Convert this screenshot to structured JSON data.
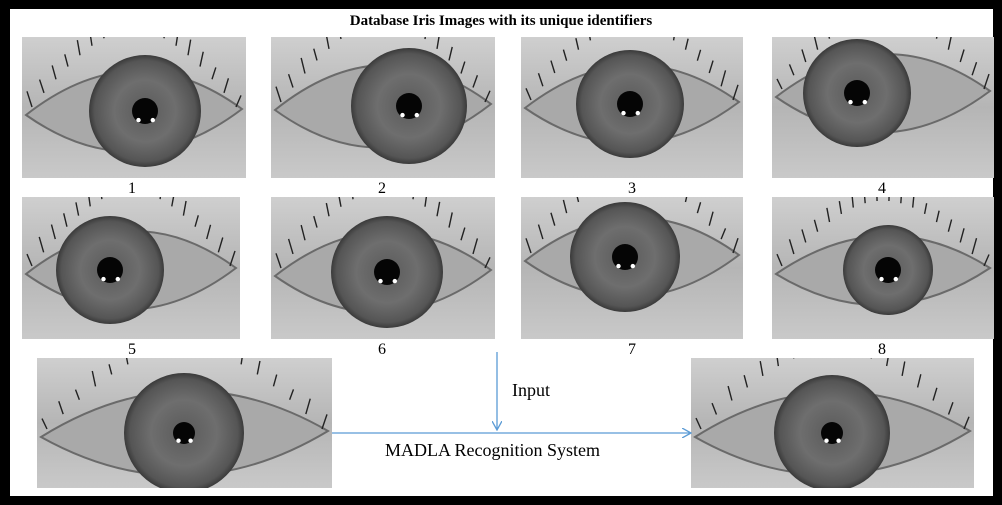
{
  "title": "Database Iris Images with its unique identifiers",
  "database": [
    {
      "id": "1",
      "icon": "iris-image"
    },
    {
      "id": "2",
      "icon": "iris-image"
    },
    {
      "id": "3",
      "icon": "iris-image"
    },
    {
      "id": "4",
      "icon": "iris-image"
    },
    {
      "id": "5",
      "icon": "iris-image"
    },
    {
      "id": "6",
      "icon": "iris-image"
    },
    {
      "id": "7",
      "icon": "iris-image"
    },
    {
      "id": "8",
      "icon": "iris-image"
    }
  ],
  "input_label": "Input",
  "system_label": "MADLA Recognition System",
  "colors": {
    "arrow": "#5b9bd5",
    "frame": "#000000"
  }
}
